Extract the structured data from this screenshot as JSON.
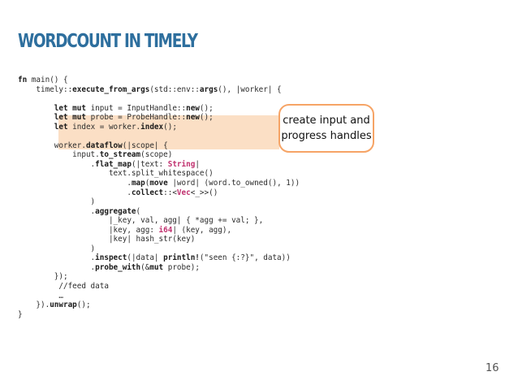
{
  "slide": {
    "title": "WORDCOUNT IN TIMELY",
    "page_number": "16",
    "callout": {
      "line1": "create input and",
      "line2": "progress handles"
    },
    "colors": {
      "title": "#2e6f9e",
      "highlight": "#fbdfc5",
      "callout_border": "#f6a466",
      "keyword_accent": "#c0306e"
    },
    "code_lines": [
      [
        {
          "t": "fn",
          "b": 1
        },
        {
          "t": " main() {"
        }
      ],
      [
        {
          "t": "    timely::"
        },
        {
          "t": "execute_from_args",
          "b": 1
        },
        {
          "t": "(std::env::"
        },
        {
          "t": "args",
          "b": 1
        },
        {
          "t": "(), |worker| {"
        }
      ],
      [
        {
          "t": ""
        }
      ],
      [
        {
          "t": "        "
        },
        {
          "t": "let mut",
          "b": 1
        },
        {
          "t": " input = InputHandle::"
        },
        {
          "t": "new",
          "b": 1
        },
        {
          "t": "();"
        }
      ],
      [
        {
          "t": "        "
        },
        {
          "t": "let mut",
          "b": 1
        },
        {
          "t": " probe = ProbeHandle::"
        },
        {
          "t": "new",
          "b": 1
        },
        {
          "t": "();"
        }
      ],
      [
        {
          "t": "        "
        },
        {
          "t": "let",
          "b": 1
        },
        {
          "t": " index = worker."
        },
        {
          "t": "index",
          "b": 1
        },
        {
          "t": "();"
        }
      ],
      [
        {
          "t": ""
        }
      ],
      [
        {
          "t": "        worker."
        },
        {
          "t": "dataflow",
          "b": 1
        },
        {
          "t": "(|scope| {"
        }
      ],
      [
        {
          "t": "            input."
        },
        {
          "t": "to_stream",
          "b": 1
        },
        {
          "t": "(scope)"
        }
      ],
      [
        {
          "t": "                ."
        },
        {
          "t": "flat_map",
          "b": 1
        },
        {
          "t": "(|text: "
        },
        {
          "t": "String",
          "p": 1
        },
        {
          "t": "|"
        }
      ],
      [
        {
          "t": "                    text.split_whitespace()"
        }
      ],
      [
        {
          "t": "                        ."
        },
        {
          "t": "map",
          "b": 1
        },
        {
          "t": "("
        },
        {
          "t": "move",
          "b": 1
        },
        {
          "t": " |word| (word.to_owned(), 1))"
        }
      ],
      [
        {
          "t": "                        ."
        },
        {
          "t": "collect",
          "b": 1
        },
        {
          "t": "::<"
        },
        {
          "t": "Vec",
          "p": 1
        },
        {
          "t": "<_>>()"
        }
      ],
      [
        {
          "t": "                )"
        }
      ],
      [
        {
          "t": "                ."
        },
        {
          "t": "aggregate",
          "b": 1
        },
        {
          "t": "("
        }
      ],
      [
        {
          "t": "                    |_key, val, agg| { *agg += val; },"
        }
      ],
      [
        {
          "t": "                    |key, agg: "
        },
        {
          "t": "i64",
          "p": 1
        },
        {
          "t": "| (key, agg),"
        }
      ],
      [
        {
          "t": "                    |key| hash_str(key)"
        }
      ],
      [
        {
          "t": "                )"
        }
      ],
      [
        {
          "t": "                ."
        },
        {
          "t": "inspect",
          "b": 1
        },
        {
          "t": "(|data| "
        },
        {
          "t": "println!",
          "b": 1
        },
        {
          "t": "(\"seen {:?}\", data))"
        }
      ],
      [
        {
          "t": "                ."
        },
        {
          "t": "probe_with",
          "b": 1
        },
        {
          "t": "(&"
        },
        {
          "t": "mut",
          "b": 1
        },
        {
          "t": " probe);"
        }
      ],
      [
        {
          "t": "        });"
        }
      ],
      [
        {
          "t": "         //feed data"
        }
      ],
      [
        {
          "t": "         …"
        }
      ],
      [
        {
          "t": "    })."
        },
        {
          "t": "unwrap",
          "b": 1
        },
        {
          "t": "();"
        }
      ],
      [
        {
          "t": "}"
        }
      ]
    ]
  }
}
